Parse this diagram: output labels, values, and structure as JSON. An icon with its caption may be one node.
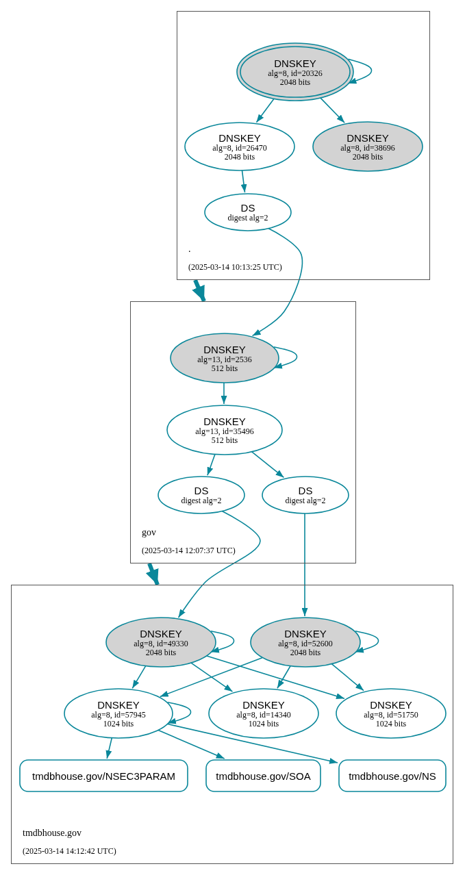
{
  "diagram": {
    "nodes": [
      {
        "text": [
          ".",
          "(2025-03-14 10:13:25 UTC)"
        ]
      },
      {
        "text": [
          "DNSKEY",
          "alg=8, id=20326",
          "2048 bits"
        ],
        "in": 0
      },
      {
        "text": [
          "DNSKEY",
          "alg=8, id=26470",
          "2048 bits"
        ],
        "in": 0
      },
      {
        "text": [
          "DNSKEY",
          "alg=8, id=38696",
          "2048 bits"
        ],
        "in": 0
      },
      {
        "text": [
          "DS",
          "digest alg=2"
        ],
        "in": 0
      },
      {
        "text": [
          "gov",
          "(2025-03-14 12:07:37 UTC)"
        ]
      },
      {
        "text": [
          "DNSKEY",
          "alg=13, id=2536",
          "512 bits"
        ],
        "in": 5
      },
      {
        "text": [
          "DNSKEY",
          "alg=13, id=35496",
          "512 bits"
        ],
        "in": 5
      },
      {
        "text": [
          "DS",
          "digest alg=2"
        ],
        "in": 5
      },
      {
        "text": [
          "DS",
          "digest alg=2"
        ],
        "in": 5
      },
      {
        "text": [
          "tmdbhouse.gov",
          "(2025-03-14 14:12:42 UTC)"
        ]
      },
      {
        "text": [
          "DNSKEY",
          "alg=8, id=49330",
          "2048 bits"
        ],
        "in": 10
      },
      {
        "text": [
          "DNSKEY",
          "alg=8, id=52600",
          "2048 bits"
        ],
        "in": 10
      },
      {
        "text": [
          "DNSKEY",
          "alg=8, id=57945",
          "1024 bits"
        ],
        "in": 10
      },
      {
        "text": [
          "DNSKEY",
          "alg=8, id=14340",
          "1024 bits"
        ],
        "in": 10
      },
      {
        "text": [
          "DNSKEY",
          "alg=8, id=51750",
          "1024 bits"
        ],
        "in": 10
      },
      {
        "text": [
          "tmdbhouse.gov/NSEC3PARAM"
        ],
        "in": 10
      },
      {
        "text": [
          "tmdbhouse.gov/SOA"
        ],
        "in": 10
      },
      {
        "text": [
          "tmdbhouse.gov/NS"
        ],
        "in": 10
      }
    ],
    "edges": [
      {
        "from": 1,
        "to": 1,
        "arrow": "to"
      },
      {
        "from": 1,
        "to": 2,
        "arrow": "to"
      },
      {
        "from": 1,
        "to": 3,
        "arrow": "to"
      },
      {
        "from": 2,
        "to": 4,
        "arrow": "to"
      },
      {
        "from": 0,
        "to": 5,
        "arrow": "to",
        "style": "thick"
      },
      {
        "from": 4,
        "to": 6,
        "arrow": "to"
      },
      {
        "from": 6,
        "to": 6,
        "arrow": "to"
      },
      {
        "from": 6,
        "to": 7,
        "arrow": "to"
      },
      {
        "from": 7,
        "to": 8,
        "arrow": "to"
      },
      {
        "from": 7,
        "to": 9,
        "arrow": "to"
      },
      {
        "from": 5,
        "to": 10,
        "arrow": "to",
        "style": "thick"
      },
      {
        "from": 8,
        "to": 11,
        "arrow": "to"
      },
      {
        "from": 9,
        "to": 12,
        "arrow": "to"
      },
      {
        "from": 11,
        "to": 11,
        "arrow": "to"
      },
      {
        "from": 12,
        "to": 12,
        "arrow": "to"
      },
      {
        "from": 11,
        "to": 13,
        "arrow": "to"
      },
      {
        "from": 11,
        "to": 14,
        "arrow": "to"
      },
      {
        "from": 11,
        "to": 15,
        "arrow": "to"
      },
      {
        "from": 12,
        "to": 13,
        "arrow": "to"
      },
      {
        "from": 12,
        "to": 14,
        "arrow": "to"
      },
      {
        "from": 12,
        "to": 15,
        "arrow": "to"
      },
      {
        "from": 13,
        "to": 13,
        "arrow": "to"
      },
      {
        "from": 13,
        "to": 16,
        "arrow": "to"
      },
      {
        "from": 13,
        "to": 17,
        "arrow": "to"
      },
      {
        "from": 13,
        "to": 18,
        "arrow": "to"
      }
    ]
  }
}
